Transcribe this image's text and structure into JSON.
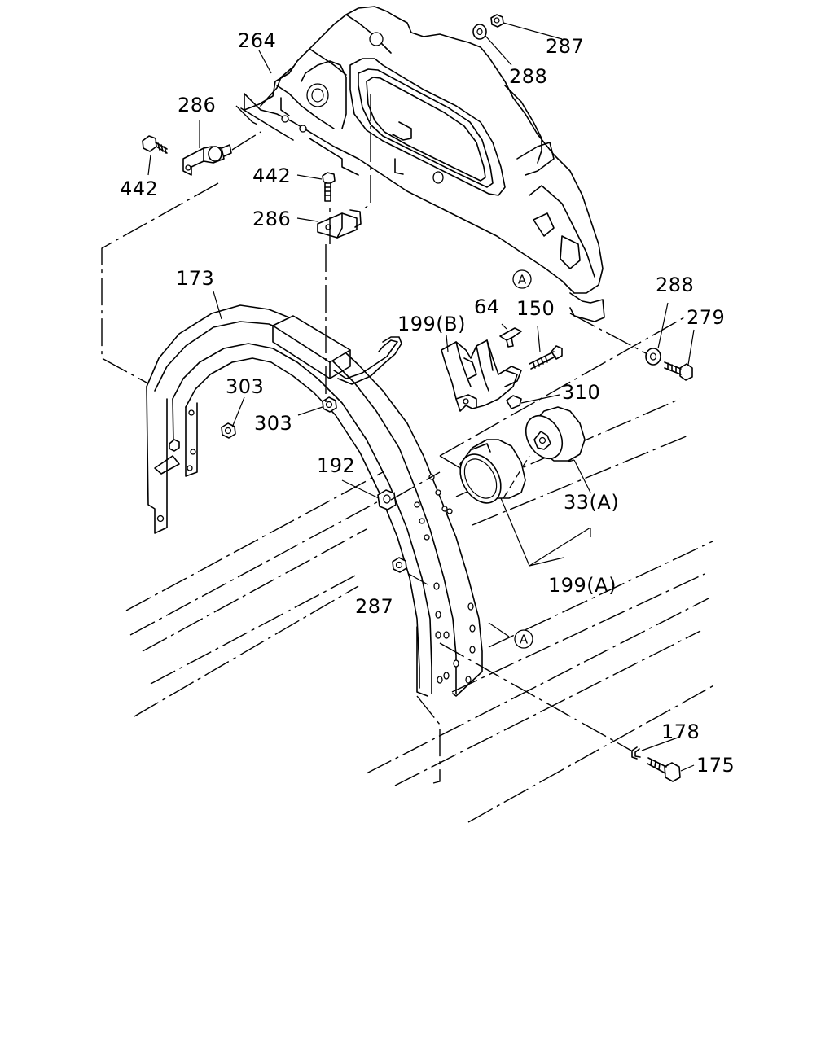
{
  "labels": {
    "p264": "264",
    "p287_top": "287",
    "p288_top": "288",
    "p286_left": "286",
    "p442_left": "442",
    "p442_mid": "442",
    "p286_mid": "286",
    "p173": "173",
    "p64": "64",
    "p150": "150",
    "p199b": "199(B)",
    "p288_right": "288",
    "p279": "279",
    "p303_a": "303",
    "p303_b": "303",
    "p310": "310",
    "p192": "192",
    "p33a": "33(A)",
    "p199a": "199(A)",
    "p287_bottom": "287",
    "p178": "178",
    "p175": "175"
  },
  "refs": {
    "a_top": "A",
    "a_bottom": "A"
  }
}
